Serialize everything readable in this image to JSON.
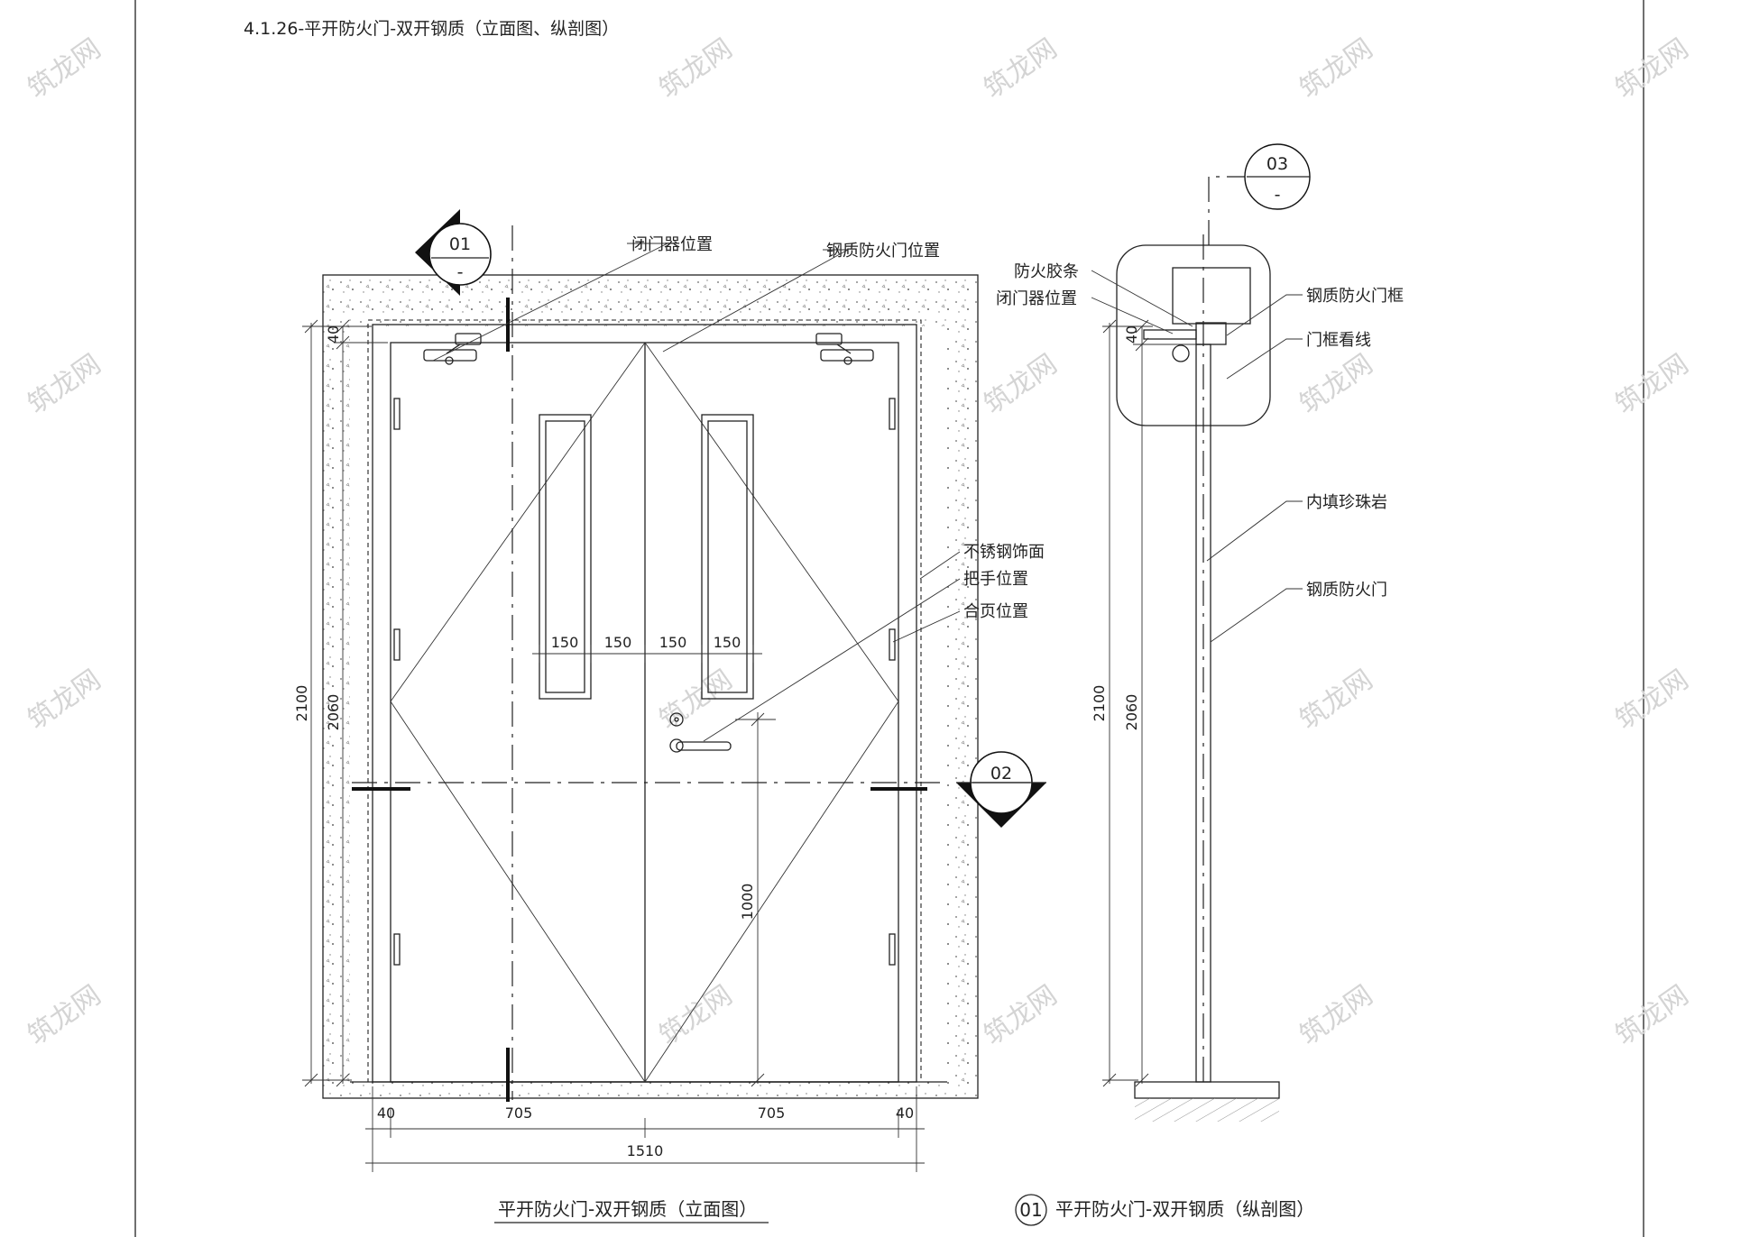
{
  "sheet_title": "4.1.26-平开防火门-双开钢质（立面图、纵剖图）",
  "elevation": {
    "caption": "平开防火门-双开钢质（立面图）",
    "section_tag_01": {
      "number": "01",
      "sheet": "-"
    },
    "section_tag_02": {
      "number": "02",
      "sheet": "-"
    },
    "notes": {
      "closer": "闭门器位置",
      "door": "钢质防火门位置",
      "facing": "不锈钢饰面",
      "handle": "把手位置",
      "hinge": "合页位置"
    },
    "dims": {
      "overall_height": "2100",
      "leaf_height": "2060",
      "top_gap": "40",
      "handle_height": "1000",
      "glass_w1": "150",
      "glass_gap1": "150",
      "glass_gap2": "150",
      "glass_w2": "150",
      "frame_left": "40",
      "leaf_left": "705",
      "leaf_right": "705",
      "frame_right": "40",
      "overall_width": "1510"
    }
  },
  "section": {
    "caption_number": "01",
    "caption": "平开防火门-双开钢质（纵剖图）",
    "detail_tag_03": {
      "number": "03",
      "sheet": "-"
    },
    "notes": {
      "seal": "防火胶条",
      "closer": "闭门器位置",
      "frame": "钢质防火门框",
      "sightline": "门框看线",
      "infill": "内填珍珠岩",
      "door": "钢质防火门"
    },
    "dims": {
      "overall_height": "2100",
      "leaf_height": "2060",
      "top_gap": "40"
    }
  },
  "watermark": "筑龙网"
}
